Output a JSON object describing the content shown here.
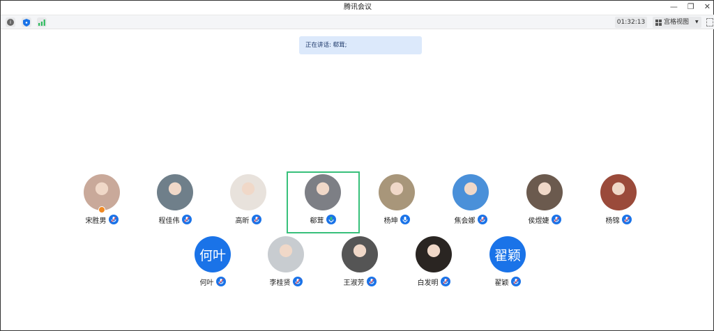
{
  "window": {
    "title": "腾讯会议"
  },
  "toolbar": {
    "timer": "01:32:13",
    "view_label": "宫格视图"
  },
  "banner": {
    "text": "正在讲话: 郗茸;"
  },
  "colors": {
    "accent": "#1a73e8",
    "speaking": "#37c07a",
    "host": "#f08a24"
  },
  "participants": [
    {
      "name": "宋胜男",
      "mic": "muted",
      "host": true,
      "avatar": "photo"
    },
    {
      "name": "程佳伟",
      "mic": "muted",
      "avatar": "photo"
    },
    {
      "name": "高昕",
      "mic": "muted",
      "avatar": "photo"
    },
    {
      "name": "郗茸",
      "mic": "speaking",
      "avatar": "photo"
    },
    {
      "name": "杨坤",
      "mic": "on",
      "avatar": "photo"
    },
    {
      "name": "焦会娜",
      "mic": "muted",
      "avatar": "photo"
    },
    {
      "name": "侯煜婕",
      "mic": "muted",
      "avatar": "photo"
    },
    {
      "name": "杨锦",
      "mic": "muted",
      "avatar": "photo"
    },
    {
      "name": "何叶",
      "mic": "muted",
      "avatar": "text",
      "avatar_text": "何叶"
    },
    {
      "name": "李桂贤",
      "mic": "muted",
      "avatar": "photo"
    },
    {
      "name": "王淑芳",
      "mic": "muted",
      "avatar": "photo"
    },
    {
      "name": "白发明",
      "mic": "muted",
      "avatar": "photo"
    },
    {
      "name": "翟颖",
      "mic": "muted",
      "avatar": "text",
      "avatar_text": "翟颖"
    }
  ]
}
